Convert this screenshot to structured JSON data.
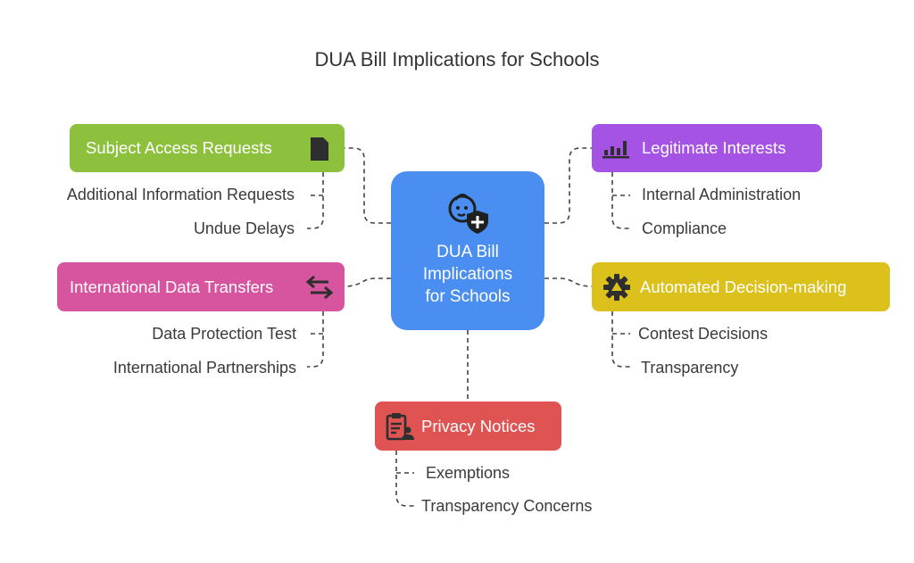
{
  "title": "DUA Bill Implications for Schools",
  "center": {
    "lines": [
      "DUA Bill",
      "Implications",
      "for Schools"
    ],
    "icon": "child-shield-icon",
    "color": "#4A8EF2"
  },
  "branches": {
    "subject_access": {
      "label": "Subject Access Requests",
      "color": "#8DC03C",
      "icon": "document-icon",
      "items": [
        "Additional Information Requests",
        "Undue Delays"
      ]
    },
    "legitimate_interests": {
      "label": "Legitimate Interests",
      "color": "#A553E4",
      "icon": "bar-chart-icon",
      "items": [
        "Internal Administration",
        "Compliance"
      ]
    },
    "international_transfers": {
      "label": "International Data Transfers",
      "color": "#D7549E",
      "icon": "swap-arrows-icon",
      "items": [
        "Data Protection Test",
        "International Partnerships"
      ]
    },
    "automated_decisions": {
      "label": "Automated Decision-making",
      "color": "#DCC11D",
      "icon": "gear-icon",
      "items": [
        "Contest Decisions",
        "Transparency"
      ]
    },
    "privacy_notices": {
      "label": "Privacy Notices",
      "color": "#E05353",
      "icon": "clipboard-user-icon",
      "items": [
        "Exemptions",
        "Transparency Concerns"
      ]
    }
  }
}
